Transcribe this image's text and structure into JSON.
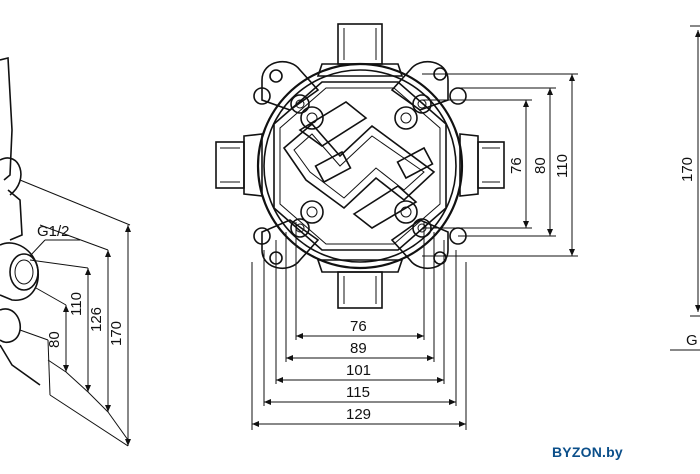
{
  "dimensions": {
    "front_horizontal": [
      "76",
      "89",
      "101",
      "115",
      "129"
    ],
    "front_vertical": [
      "76",
      "80",
      "110"
    ],
    "side": {
      "thread": "G1/2",
      "heights": [
        "80",
        "110",
        "126",
        "170"
      ]
    },
    "right": {
      "height": "170",
      "thread_partial": "G"
    }
  },
  "watermark": "BYZON.by",
  "colors": {
    "line": "#111111",
    "watermark": "#0b4f8a"
  }
}
